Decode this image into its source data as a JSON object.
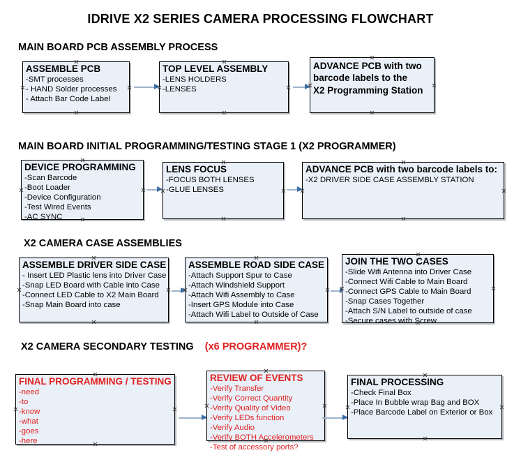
{
  "title": "IDRIVE X2  SERIES CAMERA PROCESSING FLOWCHART",
  "colors": {
    "box_fill": "#eaf0f8",
    "box_border": "#000000",
    "accent_red": "#e02020",
    "arrow_shaft": "#9db4cf",
    "arrow_head": "#3a6ea5"
  },
  "sections": [
    {
      "id": "main-board-pcb-assembly",
      "heading": "MAIN BOARD PCB ASSEMBLY PROCESS",
      "heading_red": "",
      "boxes": [
        {
          "id": "assemble-pcb",
          "header": "ASSEMBLE PCB",
          "lines": [
            "-SMT processes",
            "- HAND Solder processes",
            "- Attach Bar Code Label"
          ]
        },
        {
          "id": "top-level-assembly",
          "header": "TOP LEVEL ASSEMBLY",
          "lines": [
            "-LENS HOLDERS",
            "-LENSES"
          ]
        },
        {
          "id": "advance-pcb-programming-station",
          "header": "ADVANCE PCB with two barcode labels to the  X2 Programming Station",
          "header_lines": [
            "ADVANCE PCB with two",
            "barcode labels to the",
            " X2 Programming Station"
          ],
          "lines": []
        }
      ]
    },
    {
      "id": "main-board-initial-programming",
      "heading": "MAIN BOARD INITIAL PROGRAMMING/TESTING STAGE 1 (X2 PROGRAMMER)",
      "heading_red": "",
      "boxes": [
        {
          "id": "device-programming",
          "header": "DEVICE PROGRAMMING",
          "lines": [
            "-Scan Barcode",
            "-Boot Loader",
            "-Device Configuration",
            "-Test Wired Events",
            "-AC SYNC"
          ]
        },
        {
          "id": "lens-focus",
          "header": "LENS FOCUS",
          "lines": [
            "-FOCUS BOTH LENSES",
            "-GLUE LENSES"
          ]
        },
        {
          "id": "advance-pcb-driver-side-case",
          "header": "ADVANCE PCB with two barcode labels to:",
          "lines": [
            "-X2 DRIVER  SIDE  CASE  ASSEMBLY STATION"
          ]
        }
      ]
    },
    {
      "id": "x2-camera-case-assemblies",
      "heading": "X2 CAMERA CASE ASSEMBLIES",
      "heading_red": "",
      "boxes": [
        {
          "id": "assemble-driver-side-case",
          "header": "ASSEMBLE DRIVER SIDE CASE",
          "lines": [
            "- Insert LED Plastic lens into Driver Case",
            "-Snap LED Board with Cable into Case",
            "-Connect LED Cable to X2 Main Board",
            "-Snap Main Board into case"
          ]
        },
        {
          "id": "assemble-road-side-case",
          "header": "ASSEMBLE ROAD SIDE CASE",
          "lines": [
            "-Attach Support Spur to Case",
            "-Attach Windshield Support",
            "-Attach Wifi Assembly to Case",
            "-Insert GPS Module into Case",
            "-Attach Wifi Label to Outside of Case"
          ]
        },
        {
          "id": "join-the-two-cases",
          "header": "JOIN THE TWO CASES",
          "lines": [
            "-Slide Wifi Antenna into Driver Case",
            "-Connect Wifi Cable to Main Board",
            "-Connect GPS Cable to Main Board",
            "-Snap Cases Together",
            "-Attach S/N Label to outside of case",
            "-Secure cases with Screw"
          ]
        }
      ]
    },
    {
      "id": "x2-camera-secondary-testing",
      "heading": "X2 CAMERA SECONDARY TESTING",
      "heading_red": "(x6 PROGRAMMER)?",
      "boxes": [
        {
          "id": "final-programming-testing",
          "header": "FINAL PROGRAMMING / TESTING",
          "lines": [
            "-need",
            "-to",
            "-know",
            "-what",
            "-goes",
            "-here"
          ]
        },
        {
          "id": "review-of-events",
          "header": "REVIEW OF EVENTS",
          "lines": [
            "-Verify Transfer",
            "-Verify Correct Quantity",
            "-Verify Quality of Video",
            "-Verify LEDs function",
            "-Verify Audio",
            "-Verify BOTH Accelerometers",
            "-Test of accessory ports?"
          ]
        },
        {
          "id": "final-processing",
          "header": "FINAL PROCESSING",
          "lines": [
            " -Check Final Box",
            "-Place In Bubble wrap Bag and BOX",
            "-Place Barcode Label on Exterior or Box"
          ]
        }
      ]
    }
  ]
}
